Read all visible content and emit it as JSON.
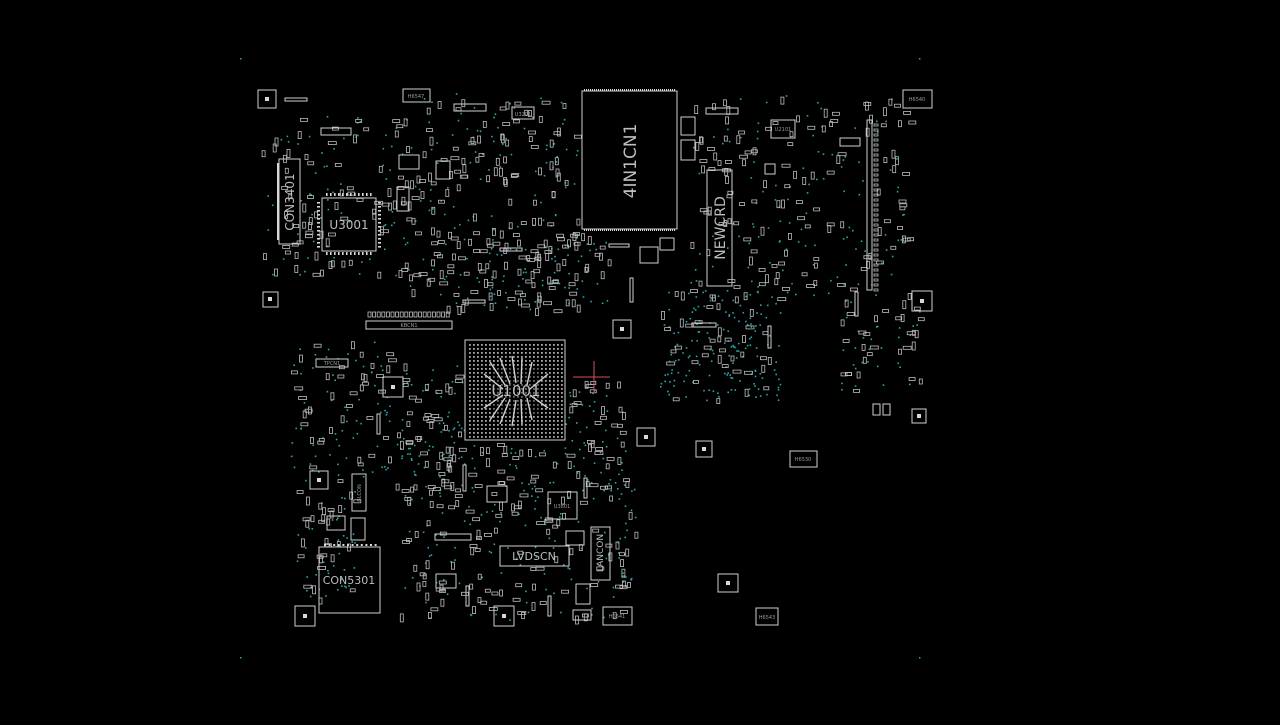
{
  "board": {
    "background_color": "#000000",
    "outline_color": "#cfcfcf",
    "via_color": "#2aa5a8",
    "marker_color": "#d05060"
  },
  "components": {
    "con3401": "CON3401",
    "u3001": "U3001",
    "cn_4in1": "4IN1CN1",
    "newcrd": "NEWCRD",
    "u1001": "U1001",
    "u3801": "U3801",
    "lvdscn": "LVDSCN",
    "lancon": "LANCON",
    "con5301": "CON5301"
  },
  "mount_holes": {
    "h6547": "H6547",
    "h6540": "H6540",
    "h6530": "H6530",
    "h6541": "H6541",
    "h6543": "H6543"
  },
  "small_labels": {
    "kbcn1": "KBCN1",
    "tpcn1": "TPCN1",
    "blcon": "BLCON",
    "u2101": "U2101",
    "u3201": "U3201"
  }
}
